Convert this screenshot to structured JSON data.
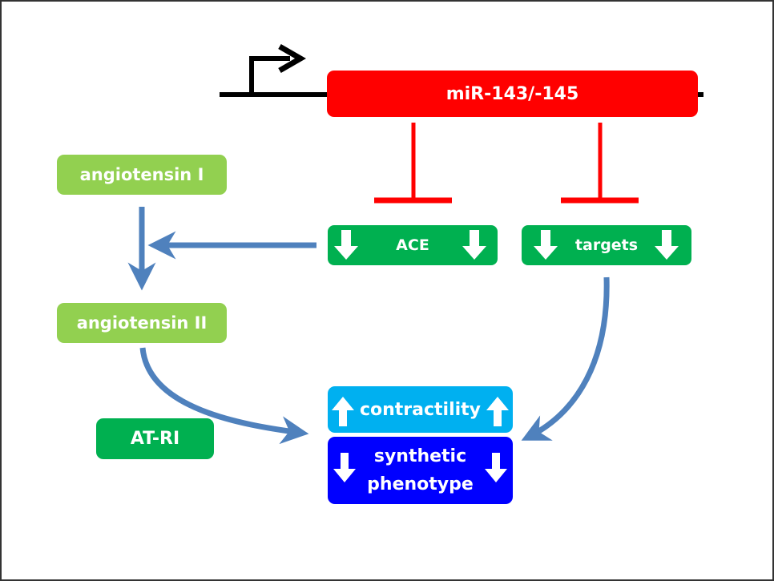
{
  "diagram": {
    "title": "miR-143/-145 regulatory pathway",
    "colors": {
      "mirna": "#ff0000",
      "inhibition": "#ff0000",
      "angiotensin": "#92d050",
      "down_target": "#00b050",
      "contractility": "#00b0f0",
      "synthetic": "#0000ff",
      "arrow": "#4f81bd",
      "gene_line": "#000000"
    },
    "nodes": {
      "mirna": {
        "label": "miR-143/-145"
      },
      "ace": {
        "label": "ACE",
        "regulation": "down"
      },
      "targets": {
        "label": "targets",
        "regulation": "down"
      },
      "angiotensin_1": {
        "label": "angiotensin I"
      },
      "angiotensin_2": {
        "label": "angiotensin II"
      },
      "at_r1": {
        "label": "AT-RI"
      },
      "contractility": {
        "label": "contractility",
        "regulation": "up"
      },
      "synthetic": {
        "label_line1": "synthetic",
        "label_line2": "phenotype",
        "regulation": "down"
      }
    },
    "edges": [
      {
        "from": "mirna",
        "to": "ace",
        "type": "inhibition"
      },
      {
        "from": "mirna",
        "to": "targets",
        "type": "inhibition"
      },
      {
        "from": "ace",
        "to": "angiotensin_1-angiotensin_2",
        "type": "activation"
      },
      {
        "from": "angiotensin_1",
        "to": "angiotensin_2",
        "type": "conversion"
      },
      {
        "from": "angiotensin_2",
        "to": "contractility-synthetic",
        "type": "activation"
      },
      {
        "from": "targets",
        "to": "contractility-synthetic",
        "type": "activation"
      }
    ]
  }
}
